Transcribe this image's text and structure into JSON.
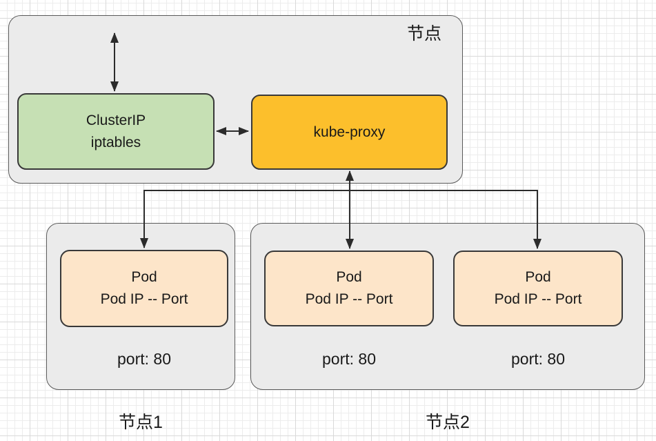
{
  "top_node": {
    "label": "节点",
    "cluster_ip": {
      "line1": "ClusterIP",
      "line2": "iptables"
    },
    "kube_proxy": {
      "label": "kube-proxy"
    }
  },
  "node1": {
    "label": "节点1",
    "pods": [
      {
        "line1": "Pod",
        "line2": "Pod IP -- Port",
        "port": "port: 80"
      }
    ]
  },
  "node2": {
    "label": "节点2",
    "pods": [
      {
        "line1": "Pod",
        "line2": "Pod IP -- Port",
        "port": "port: 80"
      },
      {
        "line1": "Pod",
        "line2": "Pod IP -- Port",
        "port": "port: 80"
      }
    ]
  },
  "colors": {
    "node-fill": "#EBEBEB",
    "node-border": "#595959",
    "green-fill": "#C6E0B4",
    "orange-fill": "#FCBF2C",
    "pod-fill": "#FDE5C9",
    "shape-border": "#383838",
    "arrow": "#2B2B2B",
    "grid-minor": "#ECECEC",
    "grid-major": "#D9D9D9"
  }
}
